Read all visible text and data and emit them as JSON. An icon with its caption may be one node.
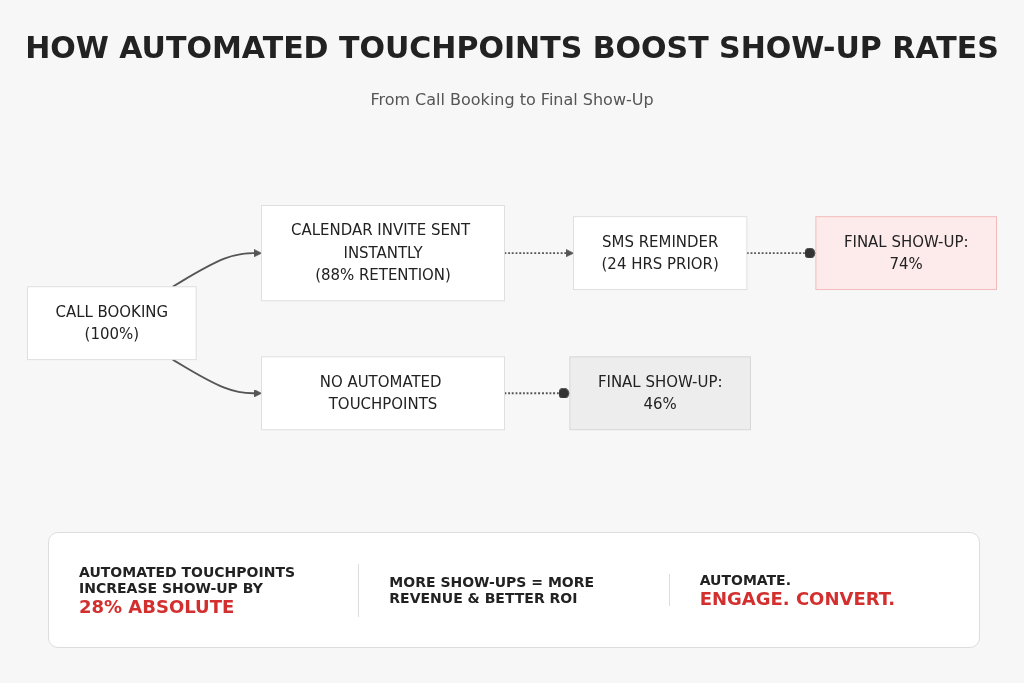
{
  "diagram": {
    "title": "HOW AUTOMATED TOUCHPOINTS BOOST SHOW-UP RATES",
    "nodes": [
      {
        "text": [
          "CALL BOOKING",
          "(100%)"
        ]
      },
      {
        "text": [
          "CALENDAR INVITE SENT INSTANTLY",
          "(88% RETENTION)"
        ]
      },
      {
        "text": [
          "SMS REMINDER",
          "(24 HRS PRIOR)"
        ]
      },
      {
        "text": [
          "FINAL SHOW-UP:",
          "74%"
        ]
      },
      {
        "text": [
          "NO AUTOMATED TOUCHPOINTS"
        ]
      },
      {
        "text": [
          "FINAL SHOW-UP:",
          "46%"
        ]
      }
    ],
    "edges": [
      {
        "from": 0,
        "to": 1,
        "arrow": "to"
      },
      {
        "from": 0,
        "to": 4,
        "arrow": "to"
      },
      {
        "from": 1,
        "to": 2,
        "arrow": "to",
        "style": "dashed"
      },
      {
        "from": 2,
        "to": 3,
        "arrow": "other",
        "style": "dashed"
      },
      {
        "from": 4,
        "to": 5,
        "arrow": "other",
        "style": "dashed"
      }
    ],
    "labels": [
      "From Call Booking to Final Show-Up",
      "AUTOMATED TOUCHPOINTS INCREASE SHOW-UP BY",
      "28% ABSOLUTE",
      "MORE SHOW-UPS = MORE REVENUE & BETTER ROI",
      "AUTOMATE.",
      "ENGAGE. CONVERT."
    ]
  }
}
